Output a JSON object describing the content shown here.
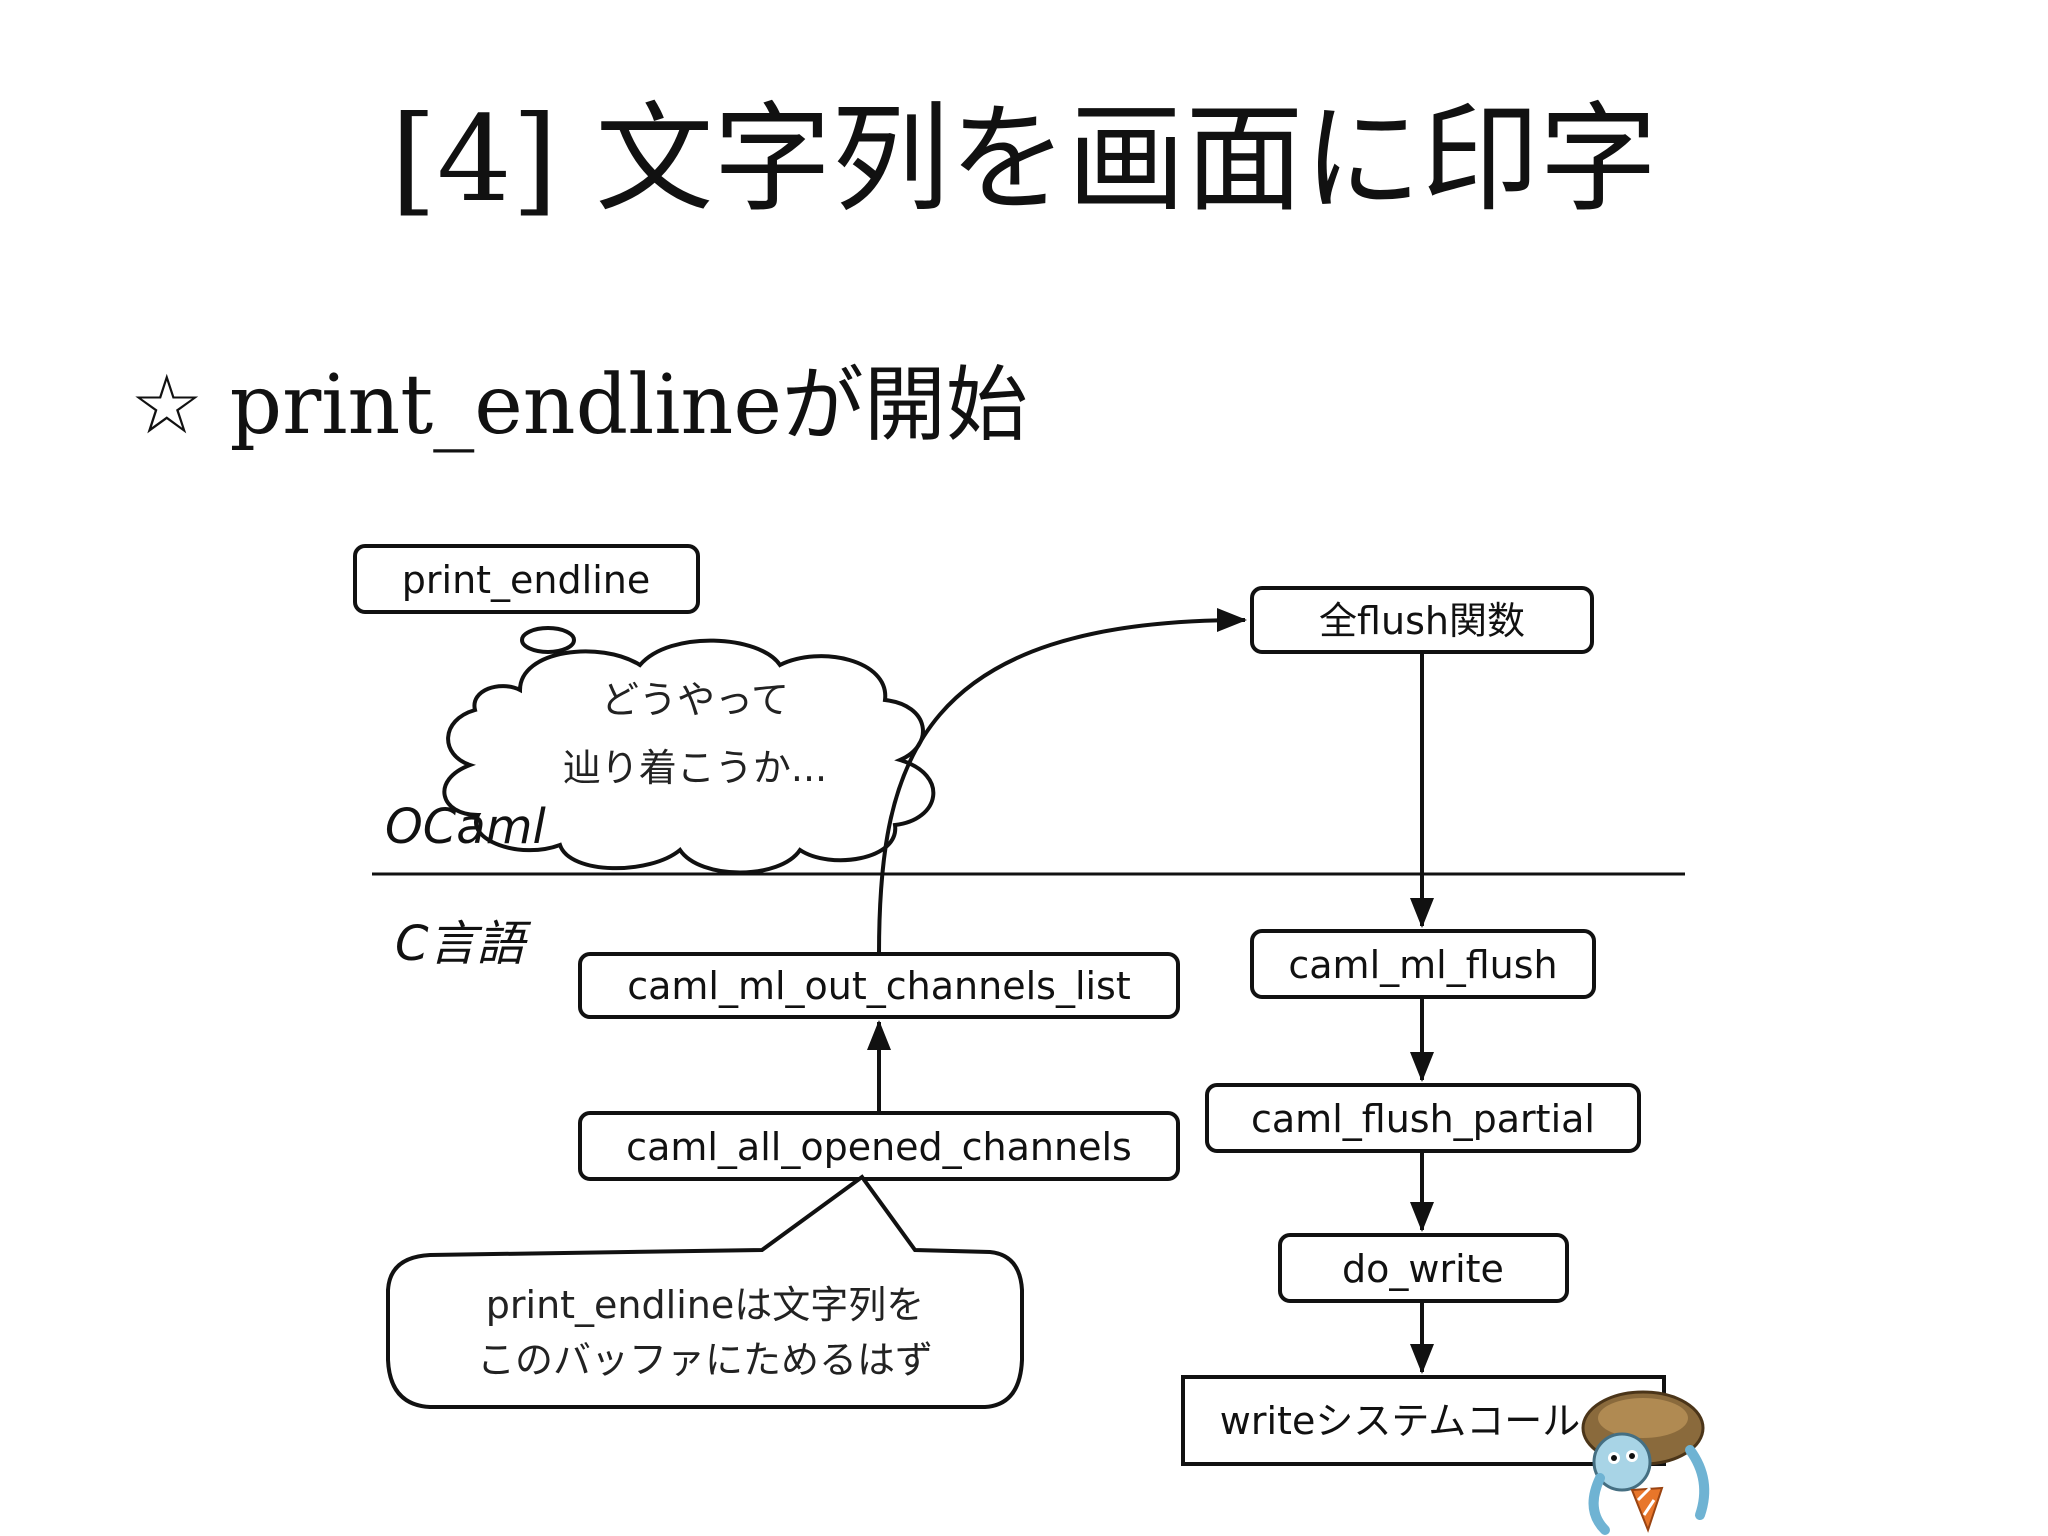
{
  "title": "[4] 文字列を画面に印字",
  "bullet": "☆ print_endlineが開始",
  "diagram": {
    "layers": {
      "upper": "OCaml",
      "lower": "C言語"
    },
    "nodes": {
      "print_endline": "print_endline",
      "all_flush": "全flush関数",
      "out_channels_list": "caml_ml_out_channels_list",
      "all_opened_channels": "caml_all_opened_channels",
      "ml_flush": "caml_ml_flush",
      "flush_partial": "caml_flush_partial",
      "do_write": "do_write",
      "write_syscall": "writeシステムコール"
    },
    "thought_bubble": {
      "line1": "どうやって",
      "line2": "辿り着こうか..."
    },
    "speech_bubble": {
      "line1": "print_endlineは文字列を",
      "line2": "このバッファにためるはず"
    },
    "mascot_icon": "ocaml-camel-mascot-icon"
  }
}
